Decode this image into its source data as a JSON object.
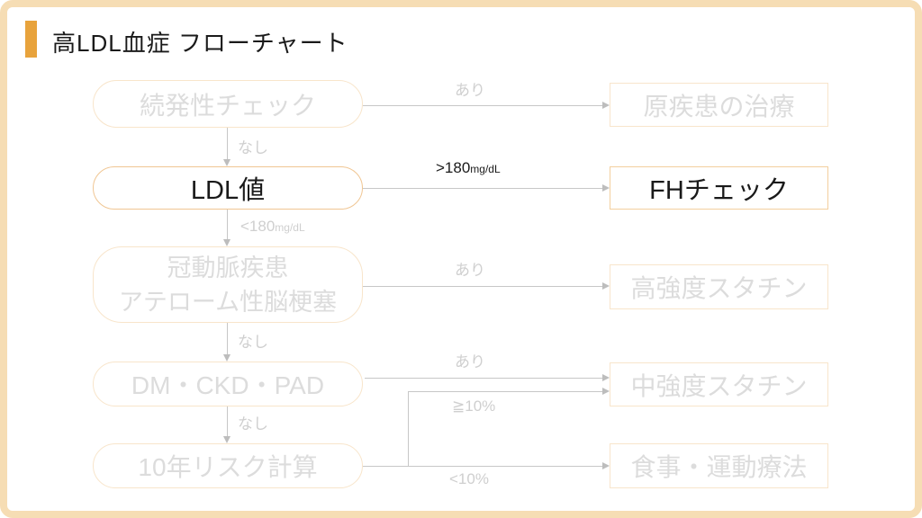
{
  "page": {
    "title": "高LDL血症 フローチャート"
  },
  "colors": {
    "accent_orange": "#e8a33c",
    "frame_border": "#f6ddb4",
    "node_border_active": "#f0c693",
    "node_border_inactive": "#f8e5cb",
    "text_active": "#1a1a1a",
    "text_inactive": "#dcdcdc",
    "arrow_gray": "#c7c7c7",
    "edge_label_gray": "#cfcfcf"
  },
  "flowchart": {
    "left_nodes": [
      {
        "label": "続発性チェック",
        "state": "inactive"
      },
      {
        "label": "LDL値",
        "state": "active"
      },
      {
        "label_lines": [
          "冠動脈疾患",
          "アテローム性脳梗塞"
        ],
        "state": "inactive"
      },
      {
        "label": "DM・CKD・PAD",
        "state": "inactive"
      },
      {
        "label": "10年リスク計算",
        "state": "inactive"
      }
    ],
    "right_nodes": [
      {
        "label": "原疾患の治療",
        "state": "inactive"
      },
      {
        "label": "FHチェック",
        "state": "active"
      },
      {
        "label": "高強度スタチン",
        "state": "inactive"
      },
      {
        "label": "中強度スタチン",
        "state": "inactive"
      },
      {
        "label": "食事・運動療法",
        "state": "inactive"
      }
    ],
    "edge_labels": {
      "secondary_yes": "あり",
      "secondary_no": "なし",
      "ldl_high_value": ">180",
      "ldl_high_unit": "mg/dL",
      "ldl_low_value": "<180",
      "ldl_low_unit": "mg/dL",
      "cad_yes": "あり",
      "cad_no": "なし",
      "dm_yes": "あり",
      "dm_no": "なし",
      "risk_high": "≧10%",
      "risk_low": "<10%"
    }
  }
}
